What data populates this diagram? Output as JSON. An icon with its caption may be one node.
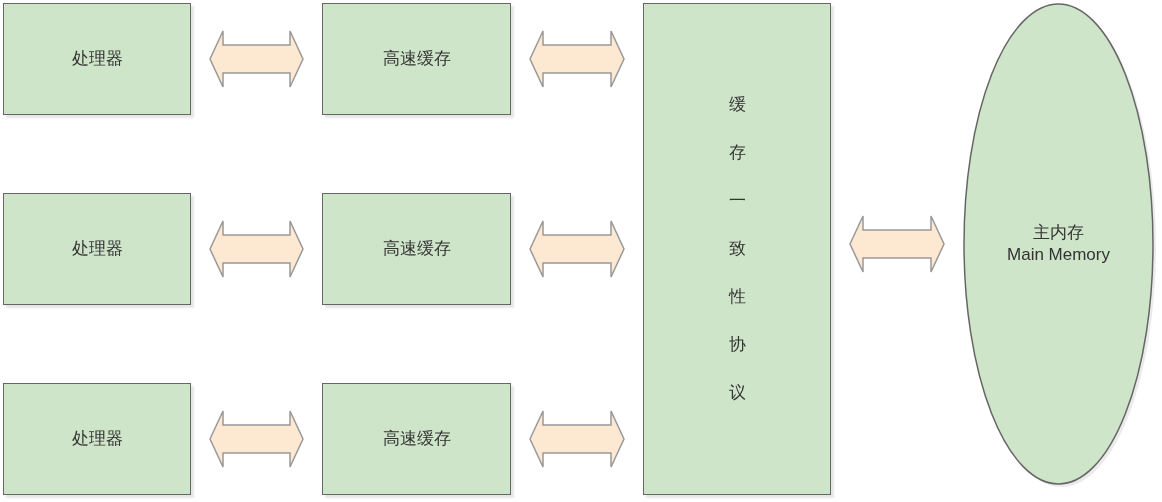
{
  "diagram": {
    "nodes": [
      {
        "text": [
          "处理器"
        ]
      },
      {
        "text": [
          "高速缓存"
        ]
      },
      {
        "text": [
          "处理器"
        ]
      },
      {
        "text": [
          "高速缓存"
        ]
      },
      {
        "text": [
          "处理器"
        ]
      },
      {
        "text": [
          "高速缓存"
        ]
      },
      {
        "text": [
          "缓存一致性协议"
        ]
      },
      {
        "text": [
          "主内存",
          "Main Memory"
        ]
      }
    ],
    "edges": [
      {
        "from": 0,
        "to": 1,
        "arrow": "both"
      },
      {
        "from": 1,
        "to": 6,
        "arrow": "both"
      },
      {
        "from": 2,
        "to": 3,
        "arrow": "both"
      },
      {
        "from": 3,
        "to": 6,
        "arrow": "both"
      },
      {
        "from": 4,
        "to": 5,
        "arrow": "both"
      },
      {
        "from": 5,
        "to": 6,
        "arrow": "both"
      },
      {
        "from": 6,
        "to": 7,
        "arrow": "both"
      }
    ]
  }
}
